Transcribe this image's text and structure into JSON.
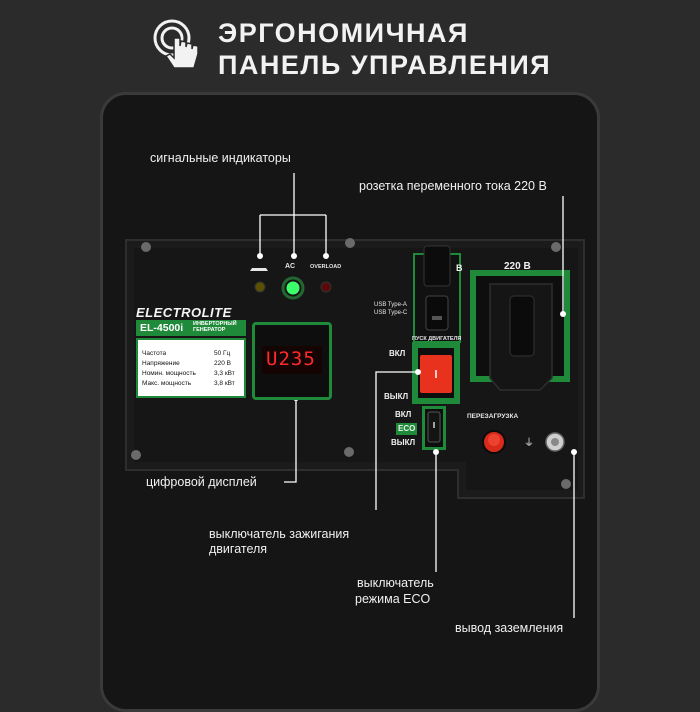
{
  "header": {
    "title_line1": "ЭРГОНОМИЧНАЯ",
    "title_line2": "ПАНЕЛЬ УПРАВЛЕНИЯ",
    "icon": "touch-hand-icon"
  },
  "callouts": {
    "indicators": "сигнальные индикаторы",
    "ac_socket": "розетка переменного тока 220 В",
    "display": "цифровой дисплей",
    "ignition_line1": "выключатель зажигания",
    "ignition_line2": "двигателя",
    "eco_line1": "выключатель",
    "eco_line2": "режима ECO",
    "ground": "вывод заземления"
  },
  "panel": {
    "brand": "ELECTROLITE",
    "model": "EL-4500i",
    "type": "ИНВЕРТОРНЫЙ ГЕНЕРАТОР",
    "specs": [
      {
        "name": "Частота",
        "value": "50 Гц"
      },
      {
        "name": "Напряжение",
        "value": "220 В"
      },
      {
        "name": "Номин. мощность",
        "value": "3,3 кВт"
      },
      {
        "name": "Макс. мощность",
        "value": "3,8 кВт"
      }
    ],
    "display_value": "U235",
    "indicator_ac": "AC",
    "indicator_overload": "OVERLOAD",
    "usb_a": "USB Type-A",
    "usb_c": "USB Type-C",
    "socket_label": "220 В",
    "socket_partial": "В",
    "start_label": "ПУСК ДВИГАТЕЛЯ",
    "on": "ВКЛ",
    "off": "ВЫКЛ",
    "eco_on": "ВКЛ",
    "eco": "ECO",
    "eco_off": "ВЫКЛ",
    "reset": "ПЕРЕЗАГРУЗКА"
  },
  "colors": {
    "accent_green": "#1f8a3a",
    "switch_red": "#e8321e",
    "display_red": "#ff2a2a",
    "led_green": "#3dff6a"
  }
}
